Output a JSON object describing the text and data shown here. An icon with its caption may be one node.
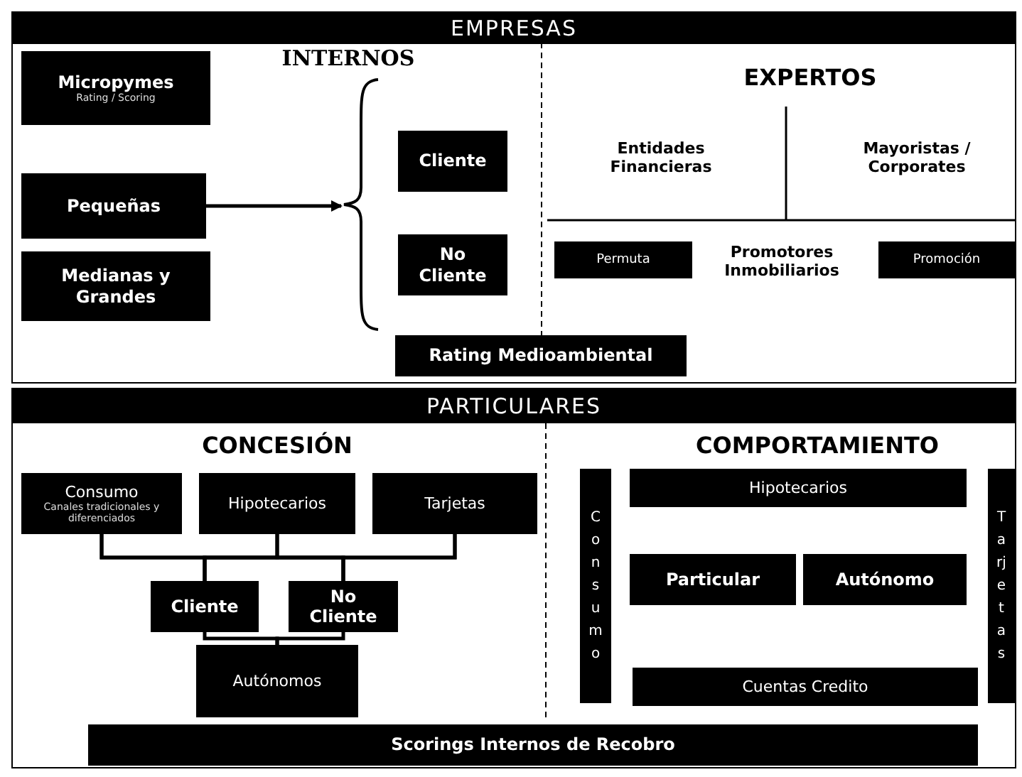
{
  "diagram": {
    "nodes": [
      {
        "text": [
          "EMPRESAS"
        ]
      },
      {
        "text": [
          "Micropymes",
          "Rating / Scoring"
        ],
        "in": 0
      },
      {
        "text": [
          "Pequeñas"
        ],
        "in": 0
      },
      {
        "text": [
          "Medianas y Grandes"
        ],
        "in": 0
      },
      {
        "text": [
          "Cliente"
        ],
        "in": 0
      },
      {
        "text": [
          "No Cliente"
        ],
        "in": 0
      },
      {
        "text": [
          "Rating Medioambiental"
        ],
        "in": 0
      },
      {
        "text": [
          "Permuta"
        ],
        "in": 0
      },
      {
        "text": [
          "Promoción"
        ],
        "in": 0
      },
      {
        "text": [
          "PARTICULARES"
        ]
      },
      {
        "text": [
          "Consumo",
          "Canales tradicionales y diferenciados"
        ],
        "in": 9
      },
      {
        "text": [
          "Hipotecarios"
        ],
        "in": 9
      },
      {
        "text": [
          "Tarjetas"
        ],
        "in": 9
      },
      {
        "text": [
          "Cliente"
        ],
        "in": 9
      },
      {
        "text": [
          "No Cliente"
        ],
        "in": 9
      },
      {
        "text": [
          "Autónomos"
        ],
        "in": 9
      },
      {
        "text": [
          "Consumo"
        ],
        "in": 9
      },
      {
        "text": [
          "Hipotecarios"
        ],
        "in": 9
      },
      {
        "text": [
          "Particular"
        ],
        "in": 9
      },
      {
        "text": [
          "Autónomo"
        ],
        "in": 9
      },
      {
        "text": [
          "Cuentas Credito"
        ],
        "in": 9
      },
      {
        "text": [
          "Tarjetas"
        ],
        "in": 9
      },
      {
        "text": [
          "Scorings Internos de Recobro"
        ],
        "in": 9
      },
      {
        "text": [],
        "shape": "bracket",
        "in": 0
      }
    ],
    "edges": [
      {
        "from": 2,
        "to": 23,
        "arrow": "to"
      },
      {
        "from": 10,
        "to": 13,
        "arrow": "none"
      },
      {
        "from": 10,
        "to": 14,
        "arrow": "none"
      },
      {
        "from": 11,
        "to": 13,
        "arrow": "none"
      },
      {
        "from": 11,
        "to": 14,
        "arrow": "none"
      },
      {
        "from": 12,
        "to": 13,
        "arrow": "none"
      },
      {
        "from": 12,
        "to": 14,
        "arrow": "none"
      },
      {
        "from": 13,
        "to": 15,
        "arrow": "none"
      },
      {
        "from": 14,
        "to": 15,
        "arrow": "none"
      }
    ],
    "labels": [
      "INTERNOS",
      "EXPERTOS",
      "Entidades Financieras",
      "Mayoristas / Corporates",
      "Promotores Inmobiliarios",
      "CONCESIÓN",
      "COMPORTAMIENTO"
    ]
  }
}
